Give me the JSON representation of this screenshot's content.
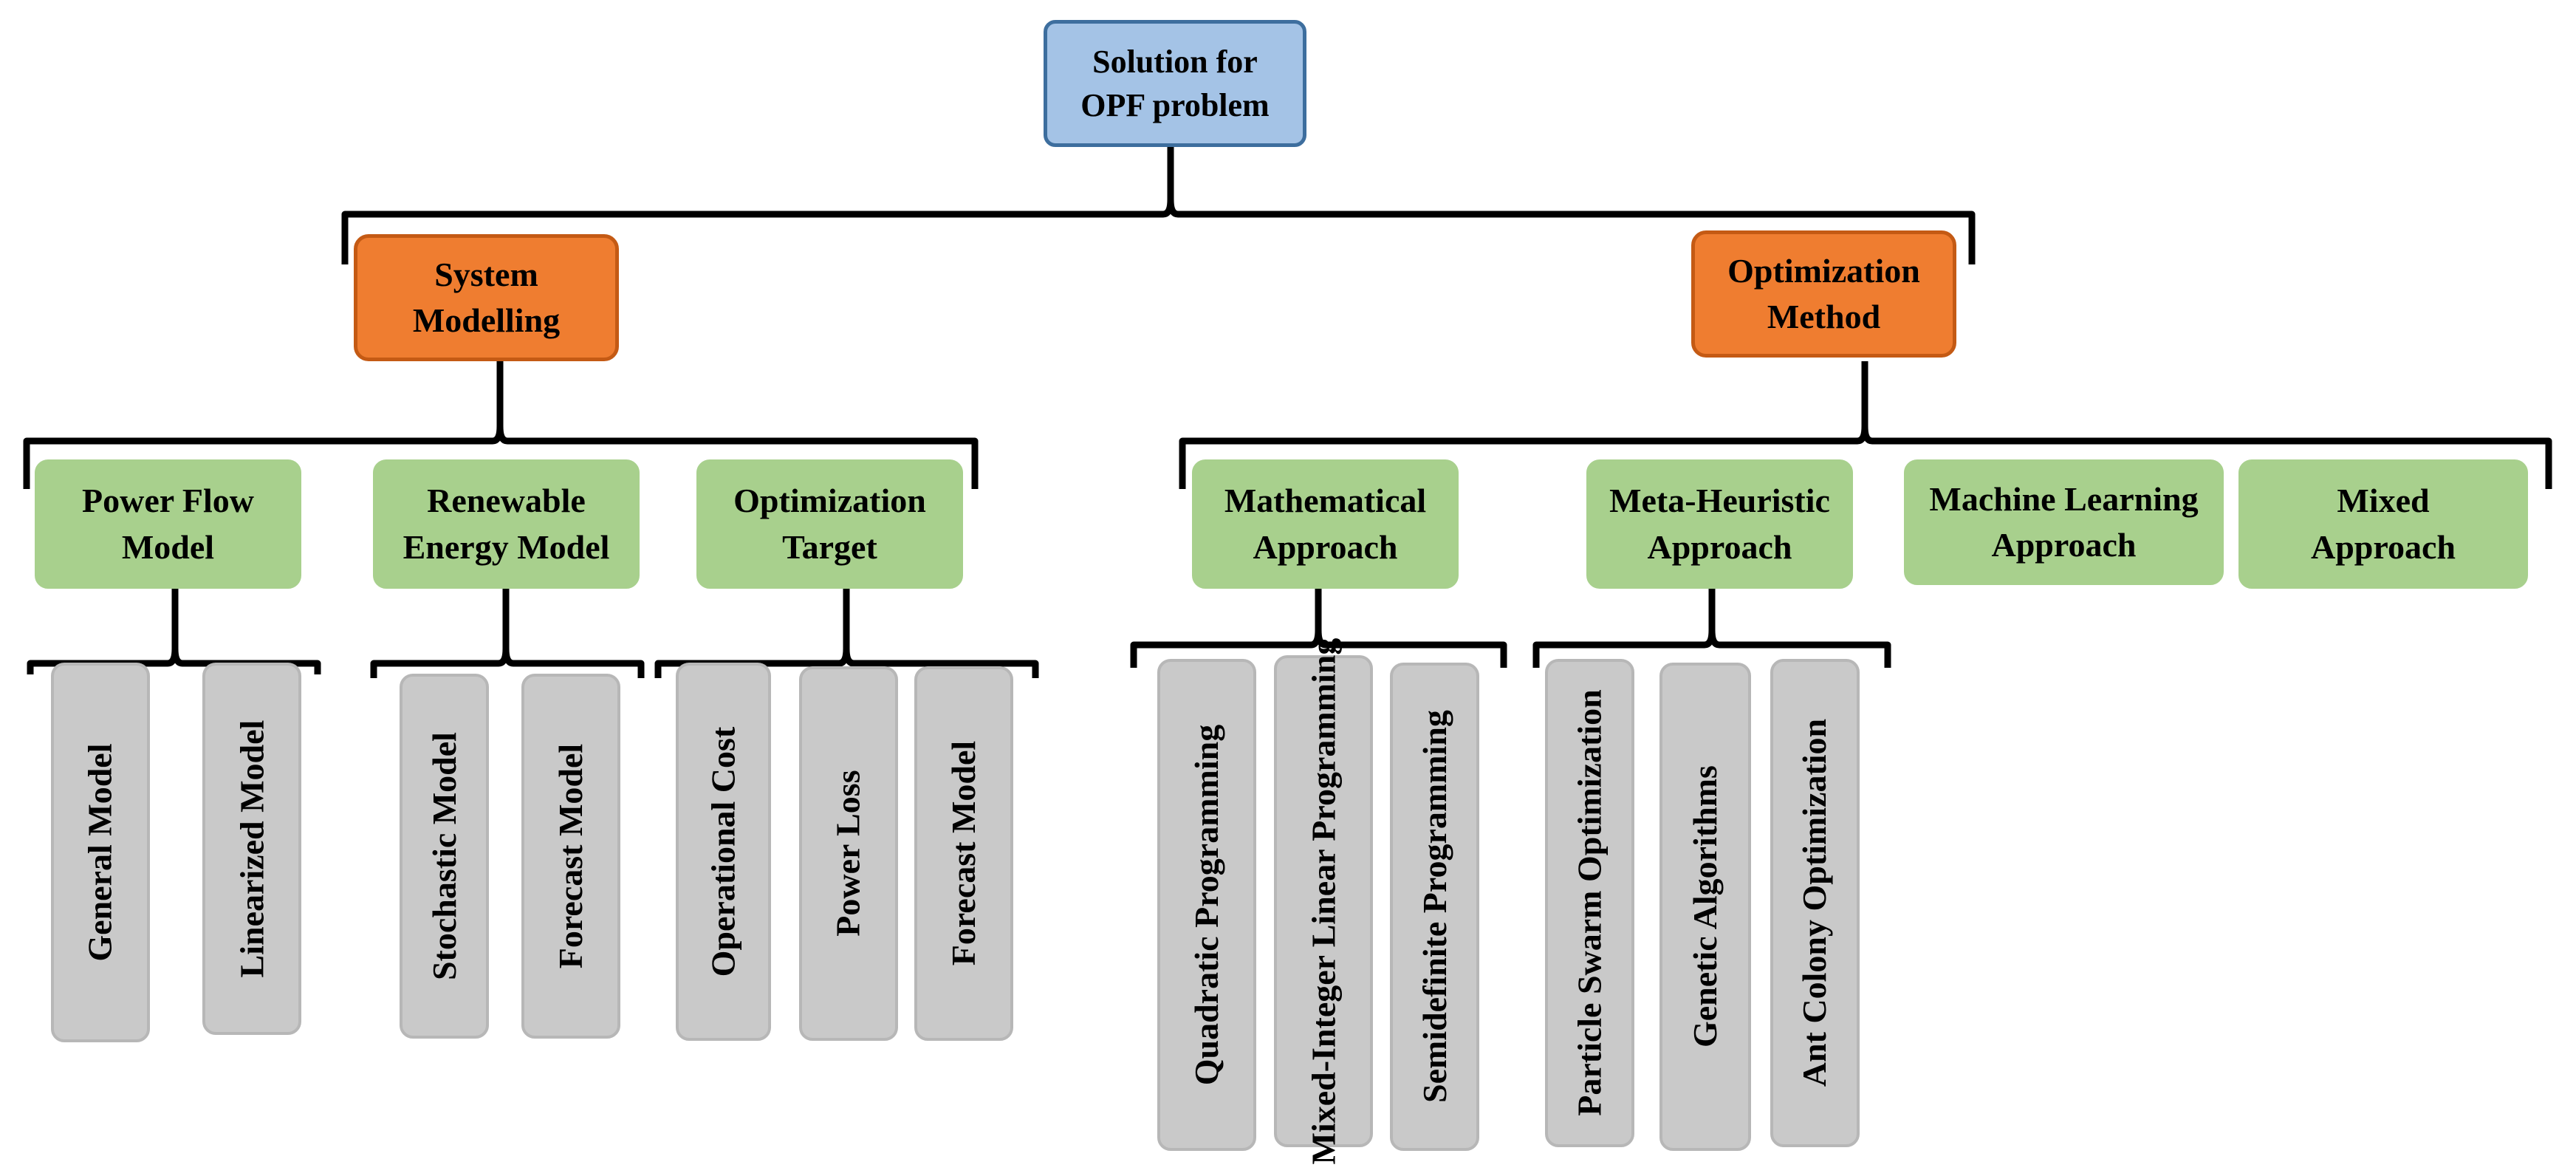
{
  "colors": {
    "root_fill": "#a4c3e6",
    "category_fill": "#ef7d30",
    "approach_fill": "#a8d08d",
    "leaf_fill": "#c9c9c9",
    "connector": "#000000"
  },
  "root": {
    "label": "Solution for\nOPF problem"
  },
  "categories": [
    {
      "label": "System\nModelling",
      "children": [
        {
          "label": "Power Flow\nModel",
          "items": [
            "General Model",
            "Linearized Model"
          ]
        },
        {
          "label": "Renewable\nEnergy Model",
          "items": [
            "Stochastic Model",
            "Forecast Model"
          ]
        },
        {
          "label": "Optimization\nTarget",
          "items": [
            "Operational Cost",
            "Power Loss",
            "Forecast Model"
          ]
        }
      ]
    },
    {
      "label": "Optimization\nMethod",
      "children": [
        {
          "label": "Mathematical\nApproach",
          "items": [
            "Quadratic Programming",
            "Mixed-Integer Linear\nProgramming",
            "Semidefinite\nProgramming"
          ]
        },
        {
          "label": "Meta-Heuristic\nApproach",
          "items": [
            "Particle Swarm\nOptimization",
            "Genetic Algorithms",
            "Ant Colony Optimization"
          ]
        },
        {
          "label": "Machine Learning\nApproach",
          "items": []
        },
        {
          "label": "Mixed\nApproach",
          "items": []
        }
      ]
    }
  ]
}
